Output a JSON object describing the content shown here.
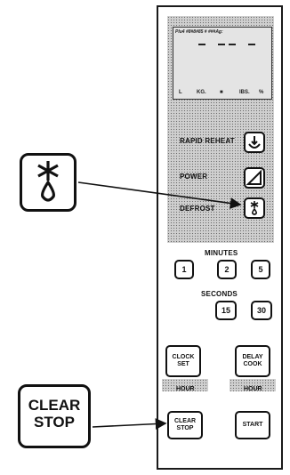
{
  "panel": {
    "display": {
      "label": "Plu4  #8#8#85 # ###Ag:",
      "indicators": [
        "L",
        "KG.",
        "■",
        "IBS.",
        "%"
      ]
    },
    "buttons": {
      "rapid_reheat": "RAPID REHEAT",
      "power": "POWER",
      "defrost": "DEFROST"
    },
    "minutes_label": "MINUTES",
    "minutes_keys": [
      "1",
      "2",
      "5"
    ],
    "seconds_label": "SECONDS",
    "seconds_keys": [
      "15",
      "30"
    ],
    "clock_set": [
      "CLOCK",
      "SET"
    ],
    "delay_cook": [
      "DELAY",
      "COOK"
    ],
    "hour_label_1": "HOUR",
    "hour_label_2": "HOUR",
    "clear_stop": [
      "CLEAR",
      "STOP"
    ],
    "start": "START"
  },
  "callouts": {
    "defrost_icon": "snowflake-drop-icon",
    "clear_stop": [
      "CLEAR",
      "STOP"
    ]
  },
  "colors": {
    "ink": "#111111",
    "screen": "#cfcfcf"
  }
}
